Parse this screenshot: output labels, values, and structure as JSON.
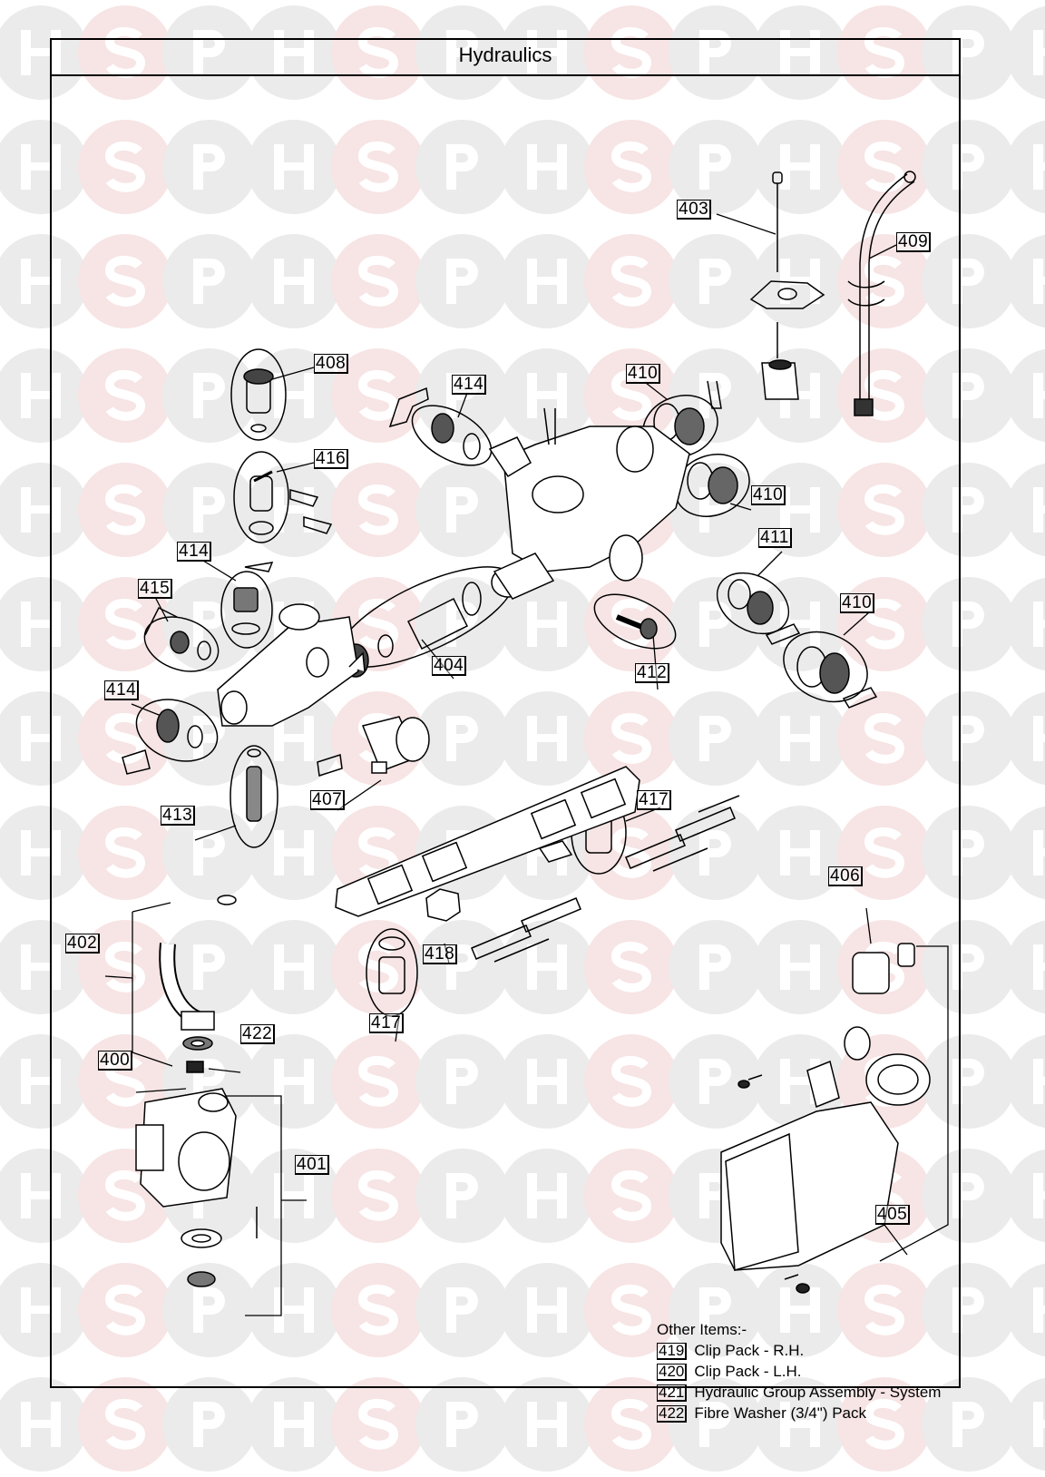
{
  "title": "Hydraulics",
  "watermark": {
    "letters": [
      "H",
      "S",
      "P"
    ],
    "colors": {
      "grey": "#ebebeb",
      "red": "#f7e4e4"
    }
  },
  "labels": [
    "403",
    "409",
    "408",
    "414",
    "410",
    "416",
    "410",
    "414",
    "411",
    "415",
    "410",
    "404",
    "412",
    "414",
    "407",
    "417",
    "413",
    "406",
    "402",
    "418",
    "422",
    "417",
    "400",
    "401",
    "405"
  ],
  "other_items": {
    "heading": "Other Items:-",
    "items": [
      {
        "num": "419",
        "desc": "Clip Pack - R.H."
      },
      {
        "num": "420",
        "desc": "Clip Pack - L.H."
      },
      {
        "num": "421",
        "desc": "Hydraulic Group Assembly - System"
      },
      {
        "num": "422",
        "desc": "Fibre Washer (3/4\") Pack"
      }
    ]
  }
}
